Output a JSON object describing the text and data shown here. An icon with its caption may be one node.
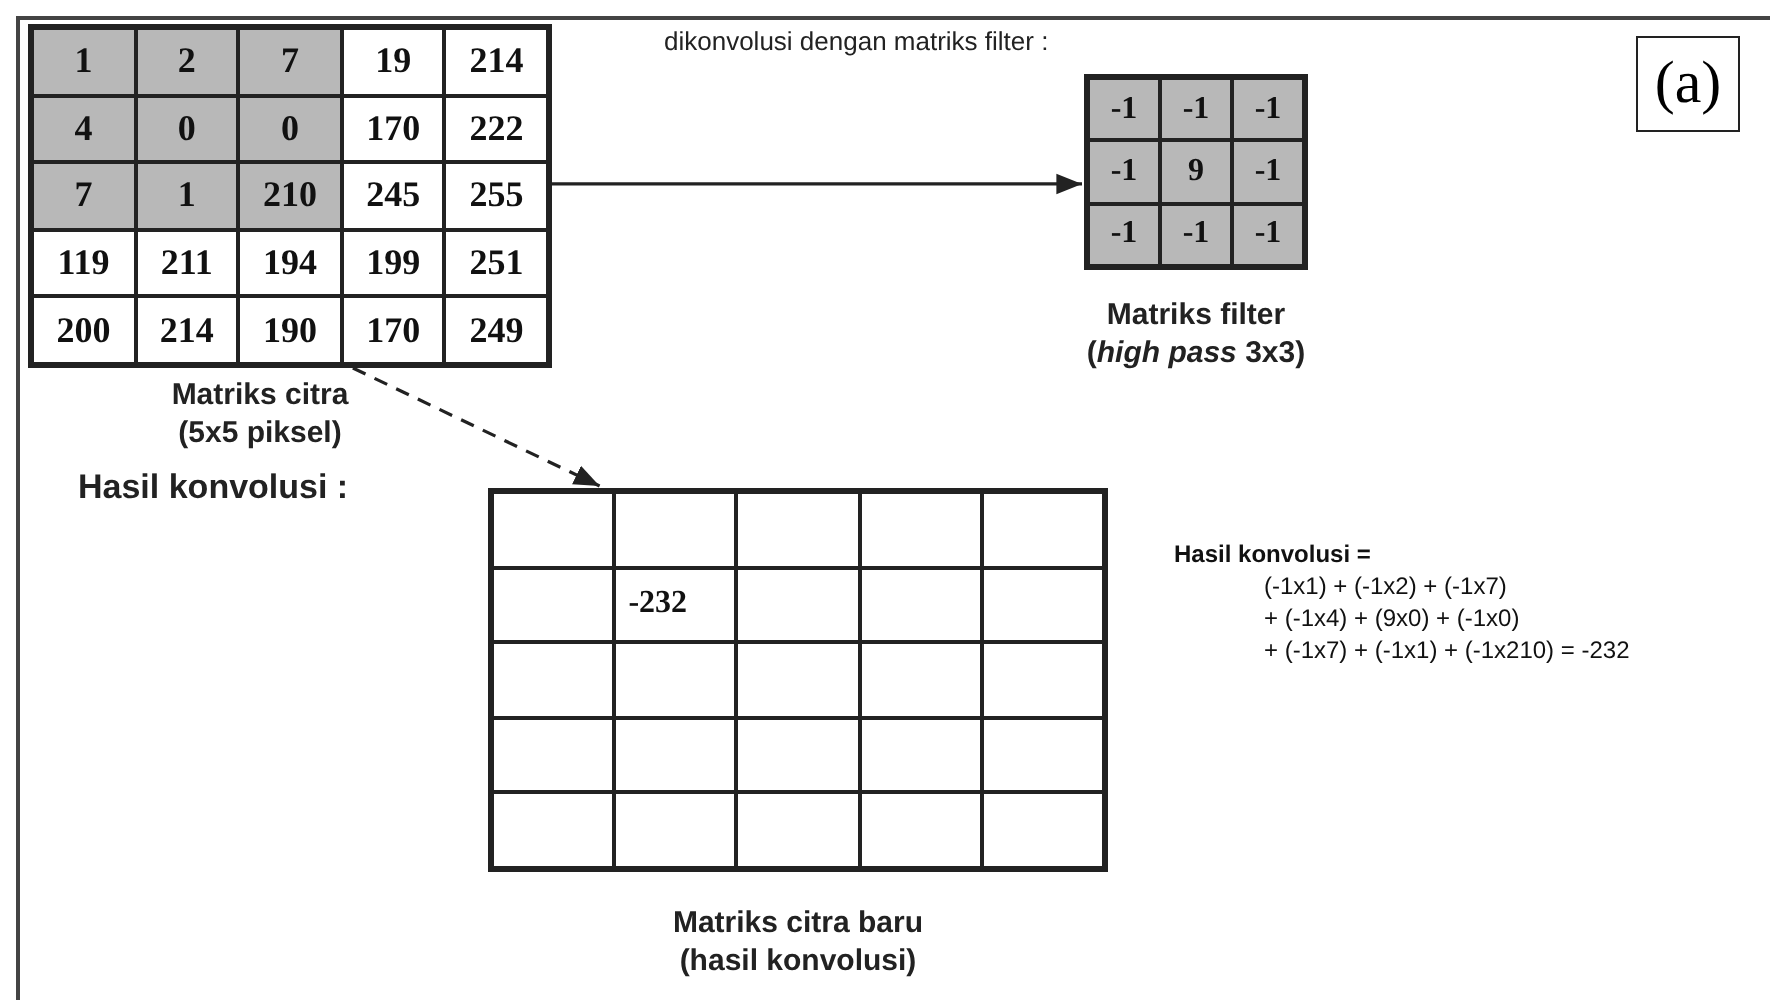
{
  "diagram": {
    "nodes": [
      {
        "text": [
          "1",
          "2",
          "7",
          "19",
          "214",
          "4",
          "0",
          "0",
          "170",
          "222",
          "7",
          "1",
          "210",
          "245",
          "255",
          "119",
          "211",
          "194",
          "199",
          "251",
          "200",
          "214",
          "190",
          "170",
          "249"
        ],
        "beside": [
          "Matriks citra (5x5 piksel)"
        ]
      },
      {
        "text": [
          "-1",
          "-1",
          "-1",
          "-1",
          "9",
          "-1",
          "-1",
          "-1",
          "-1"
        ],
        "beside": [
          "Matriks filter (*high pass* 3x3)"
        ]
      },
      {
        "text": [
          "-232"
        ],
        "beside": [
          "Matriks citra baru (hasil konvolusi)"
        ]
      }
    ],
    "edges": [
      {
        "from": 0,
        "to": 1,
        "arrow": "to",
        "label": "dikonvolusi dengan matriks filter :"
      },
      {
        "from": 0,
        "to": 2,
        "arrow": "to",
        "style": "dashed"
      }
    ],
    "labels": [
      "(a)",
      "Hasil konvolusi :",
      "Hasil konvolusi =",
      "(-1x1) + (-1x2) + (-1x7)",
      "+ (-1x4) + (9x0) + (-1x0)",
      "+ (-1x7) + (-1x1) + (-1x210) = -232"
    ]
  }
}
